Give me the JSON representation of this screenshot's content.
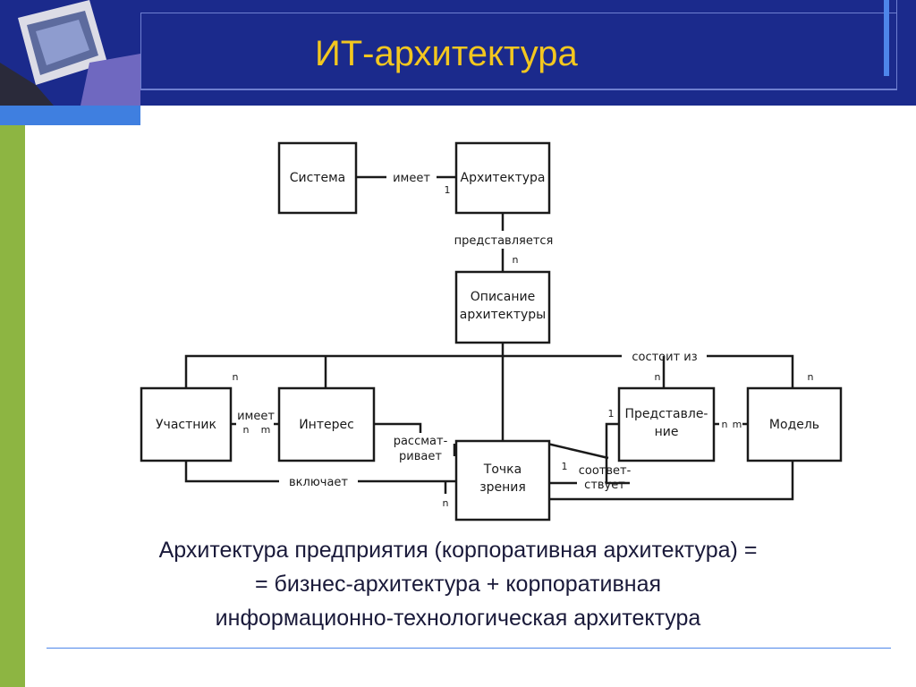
{
  "slide": {
    "title": "ИТ-архитектура"
  },
  "diagram": {
    "entities": {
      "sistema": "Система",
      "arkhitektura": "Архитектура",
      "opisanie_1": "Описание",
      "opisanie_2": "архитектуры",
      "uchastnik": "Участник",
      "interes": "Интерес",
      "predstavlenie_1": "Представле-",
      "predstavlenie_2": "ние",
      "model": "Модель",
      "tochka_1": "Точка",
      "tochka_2": "зрения"
    },
    "relations": {
      "imeet_top": "имеет",
      "predstavlyaetsya": "представляется",
      "sostoit_iz": "состоит из",
      "imeet_mid": "имеет",
      "rassmatrivaet_1": "рассмат-",
      "rassmatrivaet_2": "ривает",
      "vklyuchaet": "включает",
      "sootvetstvuet_1": "соответ-",
      "sootvetstvuet_2": "ствует"
    },
    "multiplicities": {
      "arch_one": "1",
      "desc_n": "n",
      "uchastnik_n": "n",
      "imeet_n": "n",
      "imeet_m": "m",
      "predst_n": "n",
      "model_n": "n",
      "predst_one": "1",
      "nm_n": "n",
      "nm_m": "m",
      "tochka_one": "1",
      "tochka_n": "n"
    }
  },
  "caption": {
    "line1": "Архитектура предприятия (корпоративная архитектура) =",
    "line2": "= бизнес-архитектура  + корпоративная",
    "line3": "информационно-технологическая архитектура"
  },
  "colors": {
    "header": "#1b2a8c",
    "title": "#f3c71f",
    "stripe": "#8db542",
    "accent": "#4e86ea"
  }
}
